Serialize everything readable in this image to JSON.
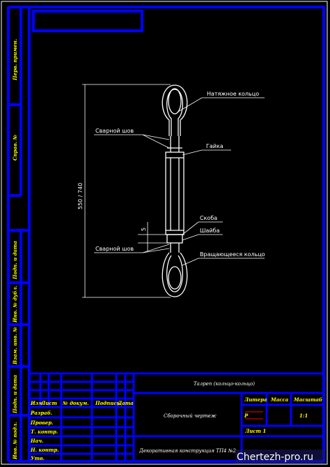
{
  "drawing": {
    "dimension_text": "550 / 740",
    "small_dim": "5",
    "labels": {
      "tension_ring": "Натяжное кольцо",
      "weld_seam_top": "Сварной шов",
      "nut": "Гайка",
      "bracket": "Скоба",
      "washer": "Шайба",
      "weld_seam_bottom": "Сварной шов",
      "rotating_ring": "Вращающееся кольцо"
    }
  },
  "frame_side": {
    "perv_primen": "Перв. примен.",
    "sprav_no": "Справ. №",
    "podp_data_1": "Подп. и дата",
    "inv_dubl": "Инв. № дубл.",
    "vzam_inv": "Взам. инв. №",
    "podp_data_2": "Подп. и дата",
    "inv_podl": "Инв. № подл."
  },
  "title_block": {
    "title": "Талреп (кольцо-кольцо)",
    "drawing_name": "Сборочный чертеж",
    "standard": "Декоративная конструкция ТП4 №2",
    "col_izm": "Изм",
    "col_list": "Лист",
    "col_doc": "№ докум.",
    "col_podp": "Подпись",
    "col_data": "Дата",
    "razrab": "Разраб.",
    "prov": "Провер.",
    "t_kontr": "Т. контр.",
    "nach": "Нач.",
    "n_kontr": "Н. контр.",
    "utv": "Утв.",
    "litera": "Литера",
    "massa": "Масса",
    "masshtab": "Масштаб",
    "litera_value": "Р",
    "masshtab_value": "1:1",
    "list_label": "Лист 1",
    "watermark": "Chertezh-pro.ru"
  },
  "colors": {
    "frame": "#0000ff",
    "lines": "#ffffff",
    "text_yellow": "#ffff00"
  }
}
